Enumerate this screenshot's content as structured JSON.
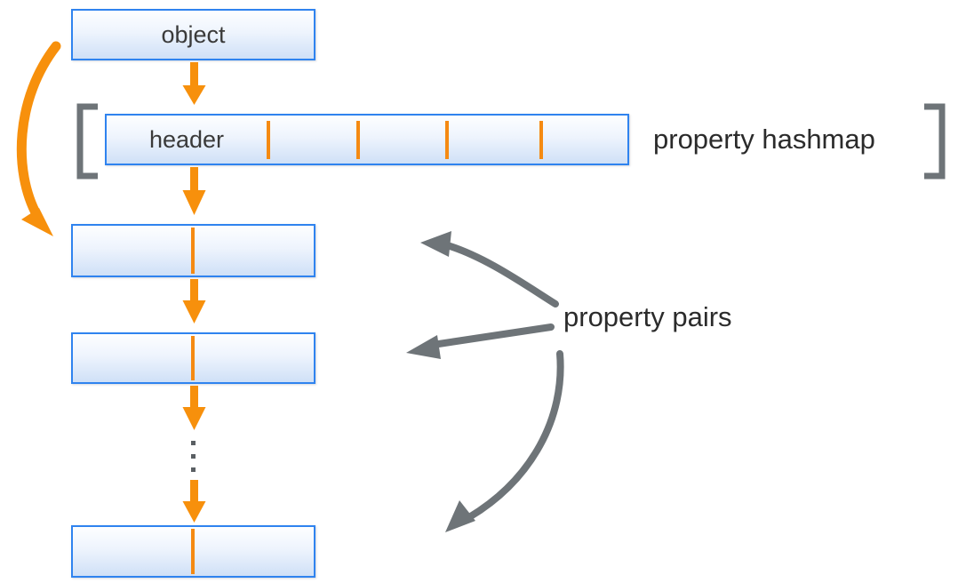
{
  "diagram": {
    "title": "JavaScript object property hashmap and property pairs chain",
    "background_color": "#ffffff",
    "colors": {
      "box_border": "#2f83ef",
      "box_fill_top": "#fdfeff",
      "box_fill_bottom": "#cfe0f7",
      "orange_arrow": "#f7900c",
      "gray_arrow": "#6e7478",
      "bracket_gray": "#6e7478",
      "text_dark": "#2b2b2b",
      "box_text": "#3a3a3a",
      "dot_gray": "#5a5f63"
    },
    "boxes": [
      {
        "id": "object",
        "label": "object",
        "label_align": "center"
      },
      {
        "id": "hashmap",
        "label": "header",
        "label_align": "first-cell"
      },
      {
        "id": "pair1",
        "label": "",
        "label_align": "center"
      },
      {
        "id": "pair2",
        "label": "",
        "label_align": "center"
      },
      {
        "id": "pairN",
        "label": "",
        "label_align": "center"
      }
    ],
    "annotations": [
      {
        "id": "property-hashmap",
        "label": "property hashmap"
      },
      {
        "id": "property-pairs",
        "label": "property pairs"
      }
    ],
    "hashmap": {
      "cell_divider_count": 4,
      "header_cell_label": "header"
    },
    "ellipsis": {
      "dot_count": 3,
      "orientation": "vertical"
    },
    "brackets": {
      "open": "[",
      "close": "]"
    }
  }
}
